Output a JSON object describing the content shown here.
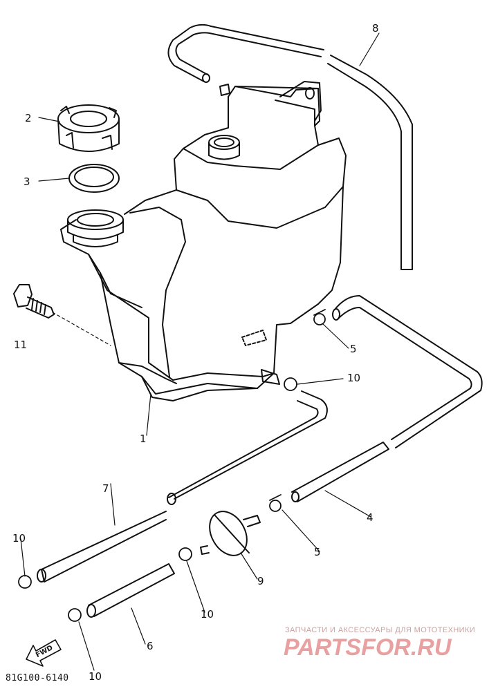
{
  "parts": [
    {
      "no": "1"
    },
    {
      "no": "2"
    },
    {
      "no": "3"
    },
    {
      "no": "4"
    },
    {
      "no": "5"
    },
    {
      "no": "5"
    },
    {
      "no": "6"
    },
    {
      "no": "7"
    },
    {
      "no": "8"
    },
    {
      "no": "9"
    },
    {
      "no": "10"
    },
    {
      "no": "10"
    },
    {
      "no": "10"
    },
    {
      "no": "10"
    },
    {
      "no": "11"
    }
  ],
  "fwd_label": "FWD",
  "doc_code": "81G100-6140",
  "watermark": {
    "tagline": "ЗАПЧАСТИ И АКСЕССУАРЫ ДЛЯ МОТОТЕХНИКИ",
    "logo": "PARTSFOR.RU",
    "color": "#e8a0a0"
  },
  "colors": {
    "ink": "#111111",
    "paper": "#ffffff"
  }
}
